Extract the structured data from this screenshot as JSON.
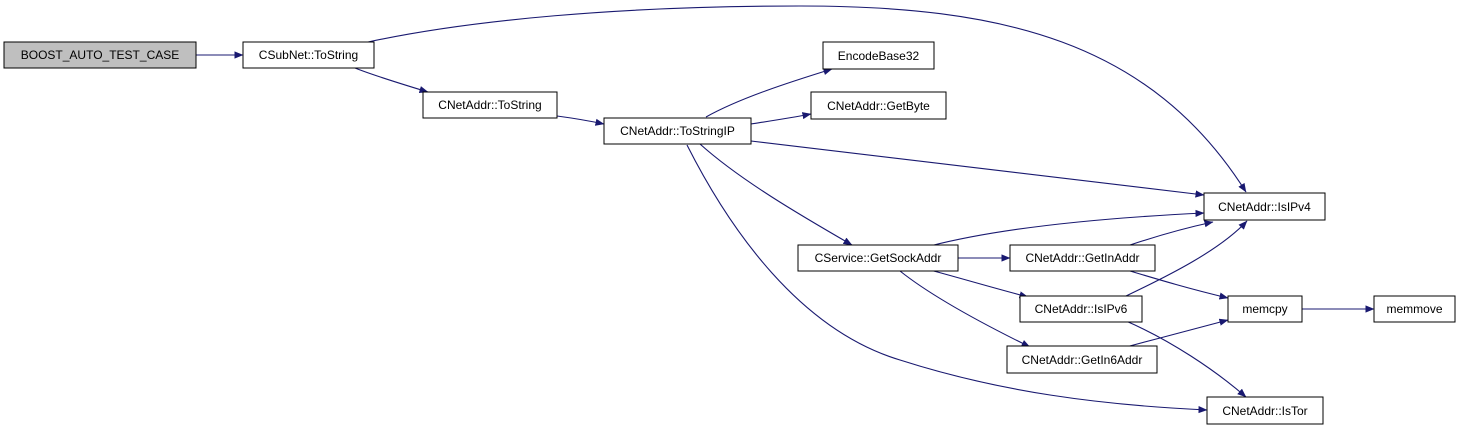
{
  "colors": {
    "edge": "#191970",
    "node_border": "#000000",
    "node_fill": "#ffffff",
    "root_fill": "#bfbfbf",
    "text": "#000000"
  },
  "nodes": {
    "boost_auto_test_case": "BOOST_AUTO_TEST_CASE",
    "csubnet_tostring": "CSubNet::ToString",
    "cnetaddr_tostring": "CNetAddr::ToString",
    "cnetaddr_tostringip": "CNetAddr::ToStringIP",
    "encodebase32": "EncodeBase32",
    "cnetaddr_getbyte": "CNetAddr::GetByte",
    "cnetaddr_isipv4": "CNetAddr::IsIPv4",
    "cservice_getsockaddr": "CService::GetSockAddr",
    "cnetaddr_getinaddr": "CNetAddr::GetInAddr",
    "cnetaddr_isipv6": "CNetAddr::IsIPv6",
    "memcpy": "memcpy",
    "memmove": "memmove",
    "cnetaddr_getin6addr": "CNetAddr::GetIn6Addr",
    "cnetaddr_istor": "CNetAddr::IsTor"
  },
  "edges": [
    {
      "from": "boost_auto_test_case",
      "to": "csubnet_tostring"
    },
    {
      "from": "csubnet_tostring",
      "to": "cnetaddr_tostring"
    },
    {
      "from": "csubnet_tostring",
      "to": "cnetaddr_isipv4"
    },
    {
      "from": "cnetaddr_tostring",
      "to": "cnetaddr_tostringip"
    },
    {
      "from": "cnetaddr_tostringip",
      "to": "encodebase32"
    },
    {
      "from": "cnetaddr_tostringip",
      "to": "cnetaddr_getbyte"
    },
    {
      "from": "cnetaddr_tostringip",
      "to": "cnetaddr_isipv4"
    },
    {
      "from": "cnetaddr_tostringip",
      "to": "cservice_getsockaddr"
    },
    {
      "from": "cnetaddr_tostringip",
      "to": "cnetaddr_istor"
    },
    {
      "from": "cservice_getsockaddr",
      "to": "cnetaddr_isipv4"
    },
    {
      "from": "cservice_getsockaddr",
      "to": "cnetaddr_getinaddr"
    },
    {
      "from": "cservice_getsockaddr",
      "to": "cnetaddr_isipv6"
    },
    {
      "from": "cservice_getsockaddr",
      "to": "cnetaddr_getin6addr"
    },
    {
      "from": "cnetaddr_getinaddr",
      "to": "cnetaddr_isipv4"
    },
    {
      "from": "cnetaddr_getinaddr",
      "to": "memcpy"
    },
    {
      "from": "cnetaddr_isipv6",
      "to": "cnetaddr_isipv4"
    },
    {
      "from": "cnetaddr_isipv6",
      "to": "cnetaddr_istor"
    },
    {
      "from": "cnetaddr_getin6addr",
      "to": "memcpy"
    },
    {
      "from": "memcpy",
      "to": "memmove"
    }
  ]
}
